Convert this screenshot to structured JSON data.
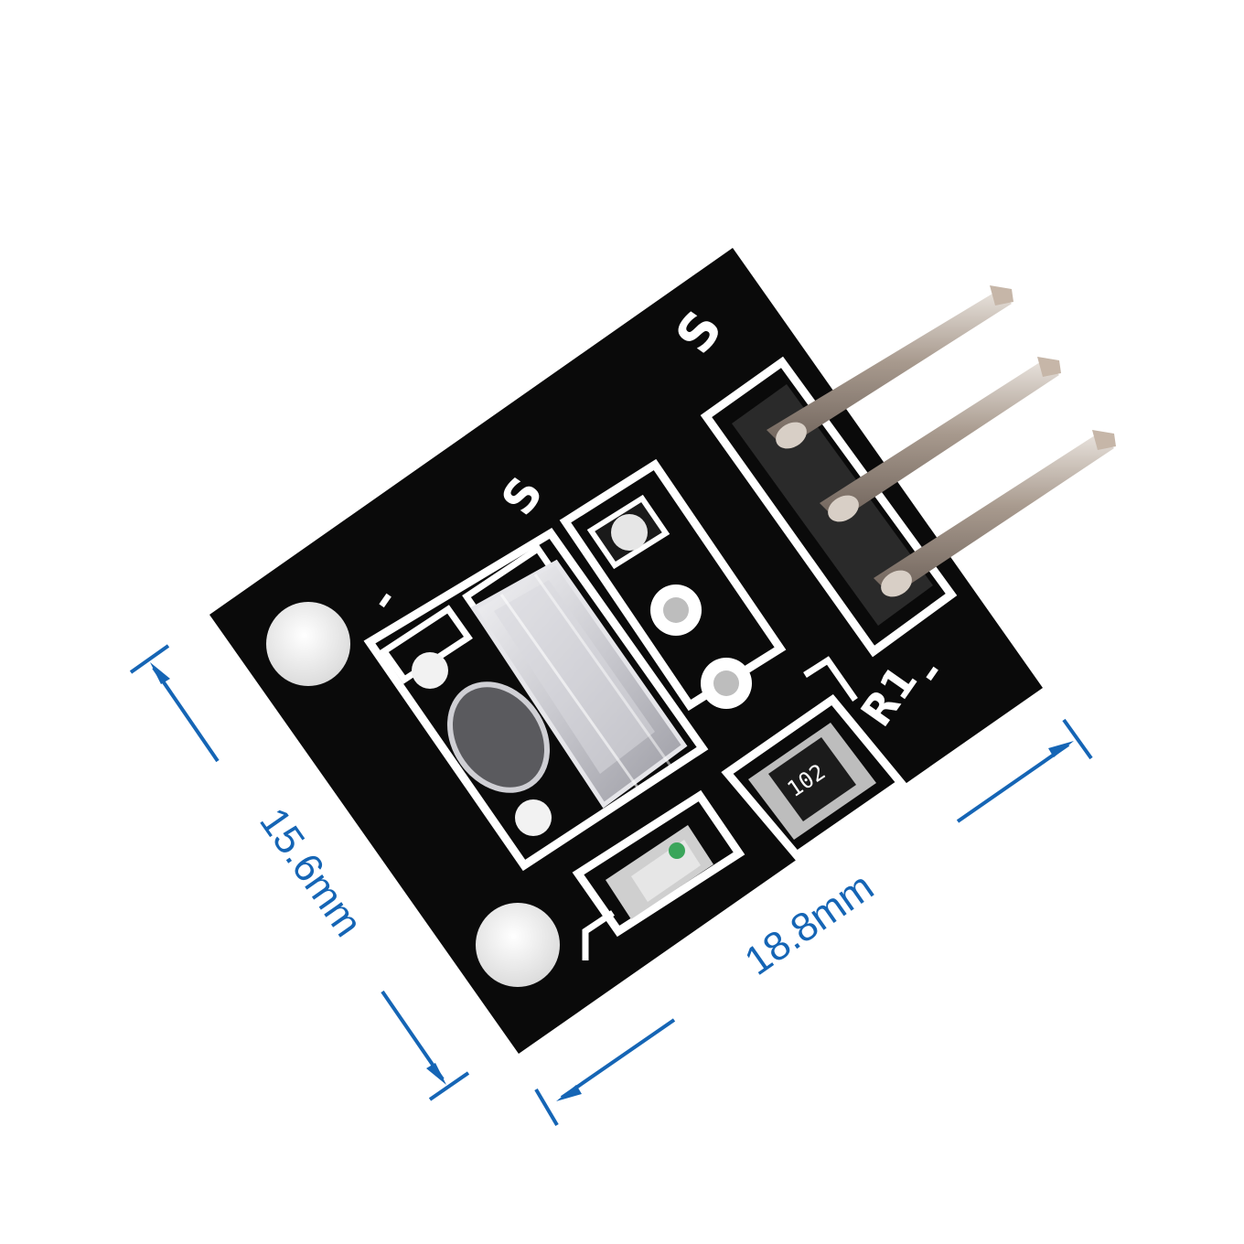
{
  "dimensions": {
    "height_label": "15.6mm",
    "width_label": "18.8mm",
    "color": "#1565b5"
  },
  "board": {
    "pcb_color": "#0a0a0a",
    "silkscreen_color": "#ffffff",
    "pin_labels": {
      "signal_top": "S",
      "signal_mid": "S",
      "minus_left": "-",
      "minus_right": "-"
    },
    "resistor_ref": "R1",
    "resistor_code": "102"
  }
}
